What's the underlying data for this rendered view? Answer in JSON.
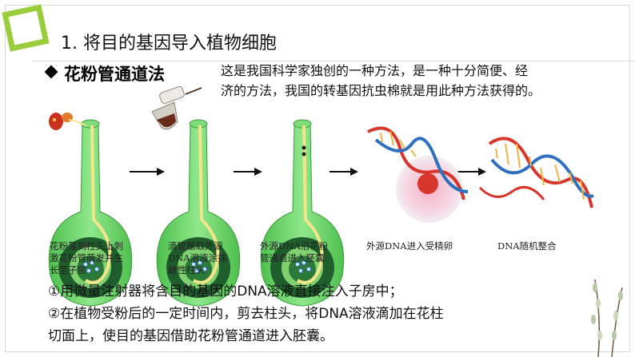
{
  "heading": "1. 将目的基因导入植物细胞",
  "method_title": "花粉管通道法",
  "intro_lines": [
    "这是我国科学家独创的一种方法，是一种十分简便、经",
    "济的方法，我国的转基因抗虫棉就是用此种方法获得的。"
  ],
  "steps": [
    {
      "lines": [
        "花粉落到柱头上刺",
        "激花粉管萌发并生",
        "长至子房"
      ]
    },
    {
      "lines": [
        "滴管蘸取外源",
        "DNA溶液涂抹",
        "雌性柱头"
      ]
    },
    {
      "lines": [
        "外源DNA沿花粉",
        "管通道进入胚囊"
      ]
    },
    {
      "lines": [
        "外源DNA进入受精卵"
      ]
    },
    {
      "lines": [
        "DNA随机整合"
      ]
    }
  ],
  "notes": [
    "①用微量注射器将含目的基因的DNA溶液直接注入子房中；",
    "②在植物受粉后的一定时间内，剪去柱头，将DNA溶液滴加在花柱",
    "切面上，使目的基因借助花粉管通道进入胚囊。"
  ],
  "colors": {
    "accent_green": "#9acd3c",
    "pistil_light": "#6fd56f",
    "pistil_dark": "#1f5d2c",
    "pollen_tube": "#f2e58a",
    "dna_red": "#d9362b",
    "dna_blue": "#2f6fc0"
  }
}
